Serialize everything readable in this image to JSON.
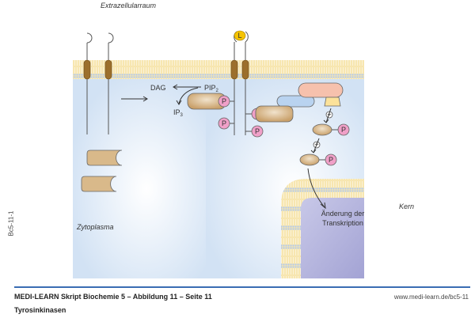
{
  "diagram": {
    "labels": {
      "extracellular": "Extrazellularraum",
      "cytoplasm": "Zytoplasma",
      "nucleus": "Kern",
      "dag": "DAG",
      "pip2": "PIP",
      "pip2_sub": "2",
      "ip3": "IP",
      "ip3_sub": "3",
      "ligand": "L",
      "phosphate": "P",
      "activation": "+",
      "transcription_line1": "Änderung der",
      "transcription_line2": "Transkription"
    },
    "colors": {
      "membrane": "#f5e2a8",
      "membrane_head": "#b9cde9",
      "cytoplasm": "#d6e4f4",
      "nucleus": "#a9a9d6",
      "protein": "#d9b98a",
      "receptor": "#9c6f2c",
      "phosphate": "#f0a0c8",
      "ligand": "#f5c300",
      "adapter_blue": "#b9d3f0",
      "adapter_pink": "#f6c1ad",
      "adapter_yellow": "#fce29a",
      "footer_rule": "#3a6db3"
    }
  },
  "footer": {
    "title": "MEDI-LEARN Skript Biochemie 5 – Abbildung 11 – Seite 11",
    "subtitle": "Tyrosinkinasen",
    "url": "www.medi-learn.de/bc5-11",
    "figure_id": "Bc5-11-1"
  }
}
